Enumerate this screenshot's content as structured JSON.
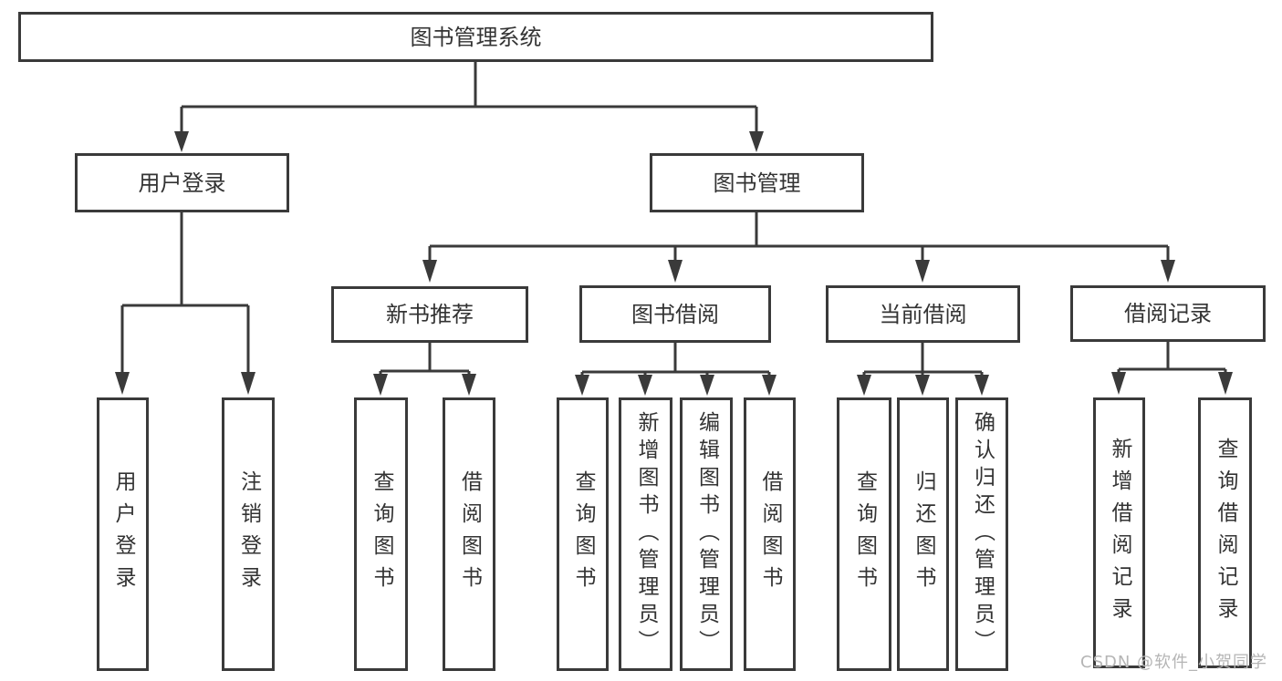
{
  "tree": {
    "root": {
      "label": "图书管理系统"
    },
    "branches": {
      "user_login": {
        "label": "用户登录",
        "leaves": [
          "用户登录",
          "注销登录"
        ]
      },
      "book_mgmt": {
        "label": "图书管理"
      }
    },
    "sections": [
      {
        "label": "新书推荐",
        "leaves": [
          "查询图书",
          "借阅图书"
        ]
      },
      {
        "label": "图书借阅",
        "leaves": [
          "查询图书",
          "新增图书（管理员）",
          "编辑图书（管理员）",
          "借阅图书"
        ]
      },
      {
        "label": "当前借阅",
        "leaves": [
          "查询图书",
          "归还图书",
          "确认归还（管理员）"
        ]
      },
      {
        "label": "借阅记录",
        "leaves": [
          "新增借阅记录",
          "查询借阅记录"
        ]
      }
    ]
  },
  "watermark": {
    "text": "CSDN @软件_小贺同学"
  },
  "colors": {
    "line": "#3a3a3a",
    "node_border": "#3a3a3a",
    "node_text": "#333333",
    "watermark_text": "#b5b5b5",
    "background": "#ffffff"
  }
}
